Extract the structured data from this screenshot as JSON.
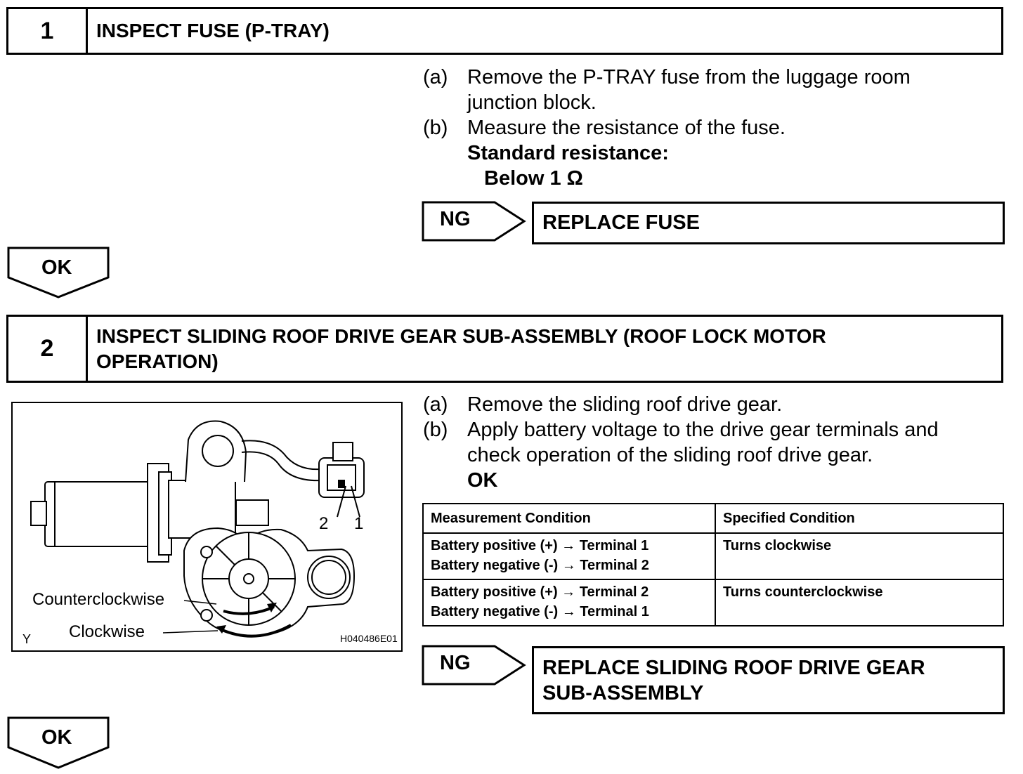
{
  "step1": {
    "number": "1",
    "title": "INSPECT FUSE (P-TRAY)",
    "items": [
      {
        "label": "(a)",
        "line1": "Remove the P-TRAY fuse from the luggage room",
        "line2": "junction block."
      },
      {
        "label": "(b)",
        "line1": "Measure the resistance of the fuse."
      }
    ],
    "standard_heading": "Standard resistance:",
    "standard_value": "Below 1 Ω",
    "ng_label": "NG",
    "ng_action": "REPLACE FUSE",
    "ok_label": "OK"
  },
  "step2": {
    "number": "2",
    "title_line1": "INSPECT SLIDING ROOF DRIVE GEAR SUB-ASSEMBLY (ROOF LOCK MOTOR",
    "title_line2": "OPERATION)",
    "items": [
      {
        "label": "(a)",
        "line1": "Remove the sliding roof drive gear."
      },
      {
        "label": "(b)",
        "line1": "Apply battery voltage to the drive gear terminals and",
        "line2": "check operation of the sliding roof drive gear."
      }
    ],
    "ok_text": "OK",
    "table": {
      "headers": [
        "Measurement Condition",
        "Specified Condition"
      ],
      "rows": [
        {
          "cond1": "Battery positive (+) → Terminal 1",
          "cond2": "Battery negative (-) → Terminal 2",
          "result": "Turns clockwise"
        },
        {
          "cond1": "Battery positive (+) → Terminal 2",
          "cond2": "Battery negative (-) → Terminal 1",
          "result": "Turns counterclockwise"
        }
      ]
    },
    "figure": {
      "pin2": "2",
      "pin1": "1",
      "counterclockwise": "Counterclockwise",
      "clockwise": "Clockwise",
      "corner": "Y",
      "code": "H040486E01"
    },
    "ng_label": "NG",
    "ng_action_line1": "REPLACE SLIDING ROOF DRIVE GEAR",
    "ng_action_line2": "SUB-ASSEMBLY",
    "ok_label": "OK"
  }
}
